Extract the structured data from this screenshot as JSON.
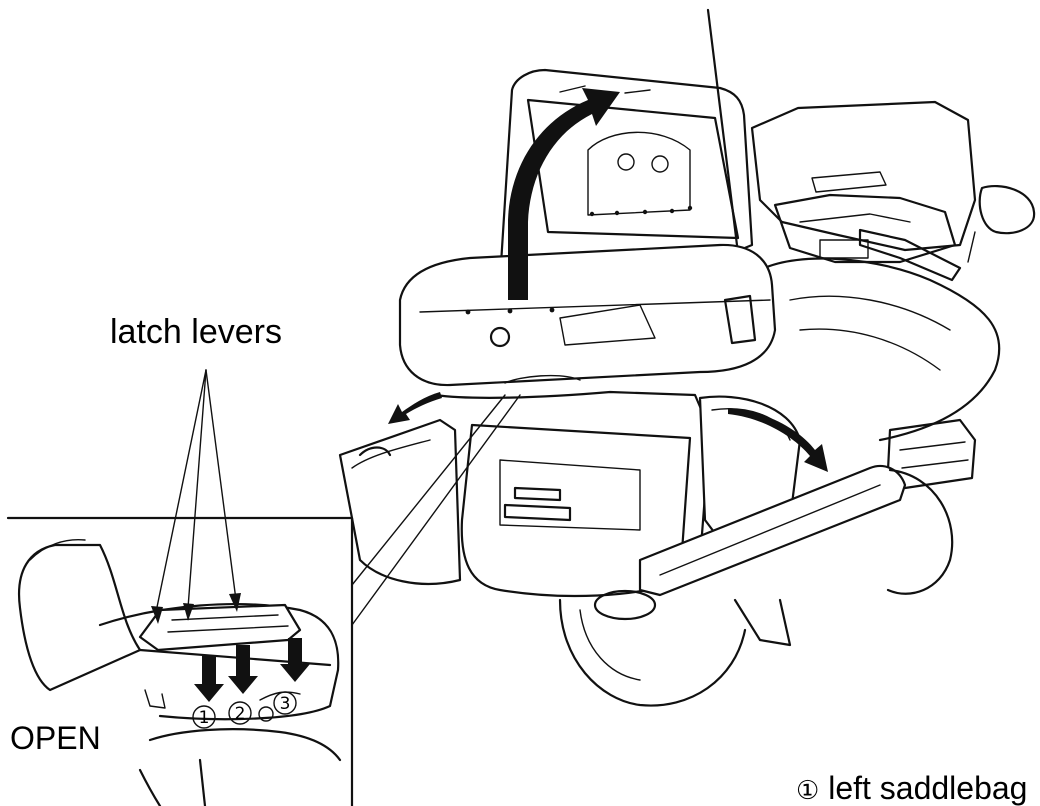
{
  "labels": {
    "latch_levers": "latch levers",
    "open": "OPEN",
    "caption_marker": "①",
    "caption_text": "left saddlebag"
  },
  "callouts": [
    "1",
    "2",
    "3"
  ],
  "icons": [
    "up-arrow",
    "down-arrow",
    "curved-arrow"
  ]
}
